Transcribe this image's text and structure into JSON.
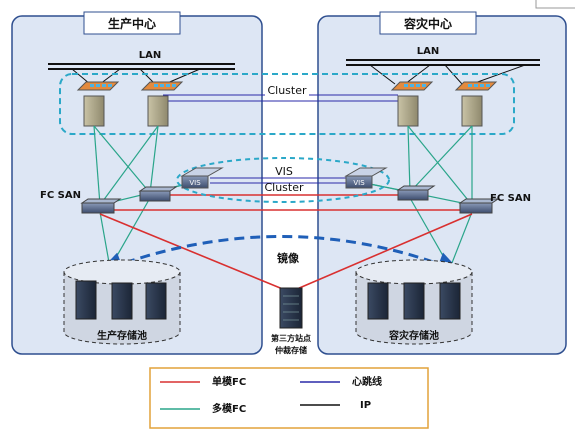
{
  "sites": {
    "production": {
      "title": "生产中心",
      "lan": "LAN",
      "fc_san": "FC SAN",
      "pool": "生产存储池"
    },
    "dr": {
      "title": "容灾中心",
      "lan": "LAN",
      "fc_san": "FC SAN",
      "pool": "容灾存储池"
    }
  },
  "cluster_label": "Cluster",
  "vis": {
    "label": "VIS",
    "cluster": "Cluster"
  },
  "mirror_label": "镜像",
  "third_site": {
    "line1": "第三方站点",
    "line2": "仲裁存储"
  },
  "legend": {
    "items": [
      {
        "label": "单模FC",
        "color": "#d93030"
      },
      {
        "label": "心跳线",
        "color": "#2a2aa8"
      },
      {
        "label": "多模FC",
        "color": "#2aa58a"
      },
      {
        "label": "IP",
        "color": "#111111"
      }
    ]
  },
  "colors": {
    "panel_fill": "#dde6f4",
    "panel_stroke": "#2f4f8f",
    "dashed_cyan": "#2ba8c8",
    "mirror_blue": "#1f5fb8"
  }
}
